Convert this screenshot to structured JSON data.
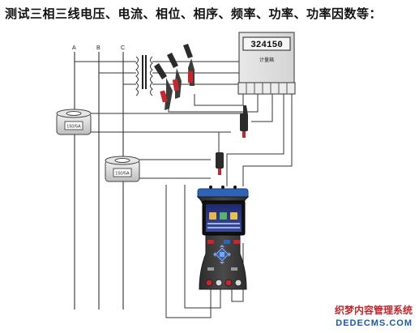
{
  "title": "测试三相三线电压、电流、相位、相序、频率、功率、功率因数等：",
  "phases": [
    "A",
    "B",
    "C"
  ],
  "ct_label": "150/5A",
  "meter": {
    "display": "324150",
    "name": "计量箱"
  },
  "watermark": {
    "cn": "织梦内容管理系统",
    "en": "DEDECMS.COM"
  }
}
